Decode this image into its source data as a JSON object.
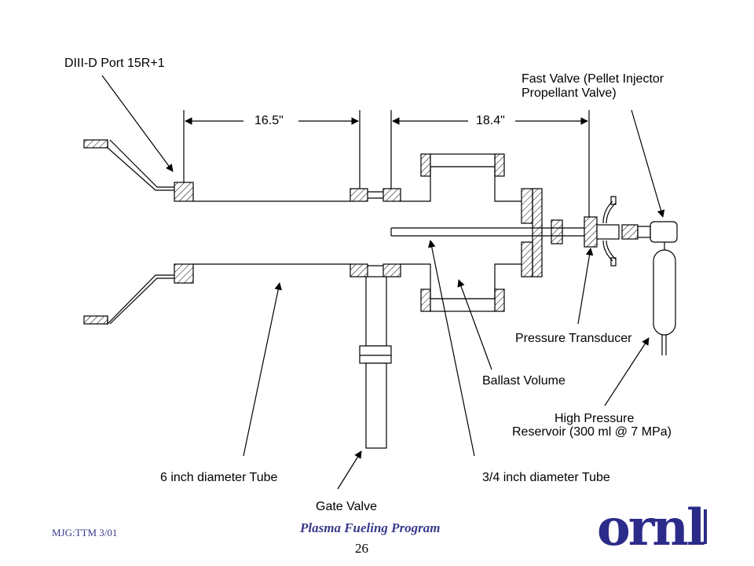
{
  "labels": {
    "port": "DIII-D Port 15R+1",
    "fast_valve_line1": "Fast Valve (Pellet Injector",
    "fast_valve_line2": "Propellant Valve)",
    "dim_left": "16.5\"",
    "dim_right": "18.4\"",
    "pressure_transducer": "Pressure Transducer",
    "ballast_volume": "Ballast Volume",
    "reservoir_line1": "High Pressure",
    "reservoir_line2": "Reservoir (300 ml @ 7 MPa)",
    "tube_6in": "6 inch diameter Tube",
    "tube_34in": "3/4 inch diameter Tube",
    "gate_valve": "Gate Valve"
  },
  "footer": {
    "author": "MJG:TTM 3/01",
    "program": "Plasma Fueling Program",
    "page": "26",
    "logo": "ornl"
  }
}
